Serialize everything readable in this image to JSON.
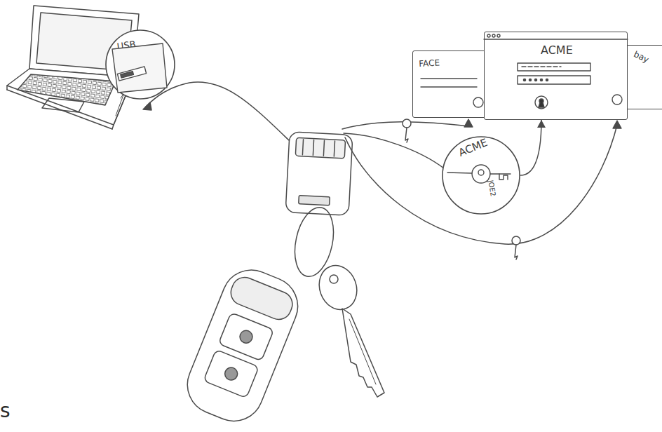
{
  "diagram": {
    "nodes": [
      {
        "text": [
          "USB"
        ]
      },
      {
        "text": [
          "FACE"
        ]
      },
      {
        "text": [
          "ACME"
        ]
      },
      {
        "text": [
          "bay"
        ]
      },
      {
        "text": [
          "ACME",
          "JOE2"
        ]
      }
    ],
    "edges": [
      {
        "from": 4,
        "to": 2,
        "arrow": "to"
      }
    ],
    "labels": [
      "s"
    ]
  }
}
